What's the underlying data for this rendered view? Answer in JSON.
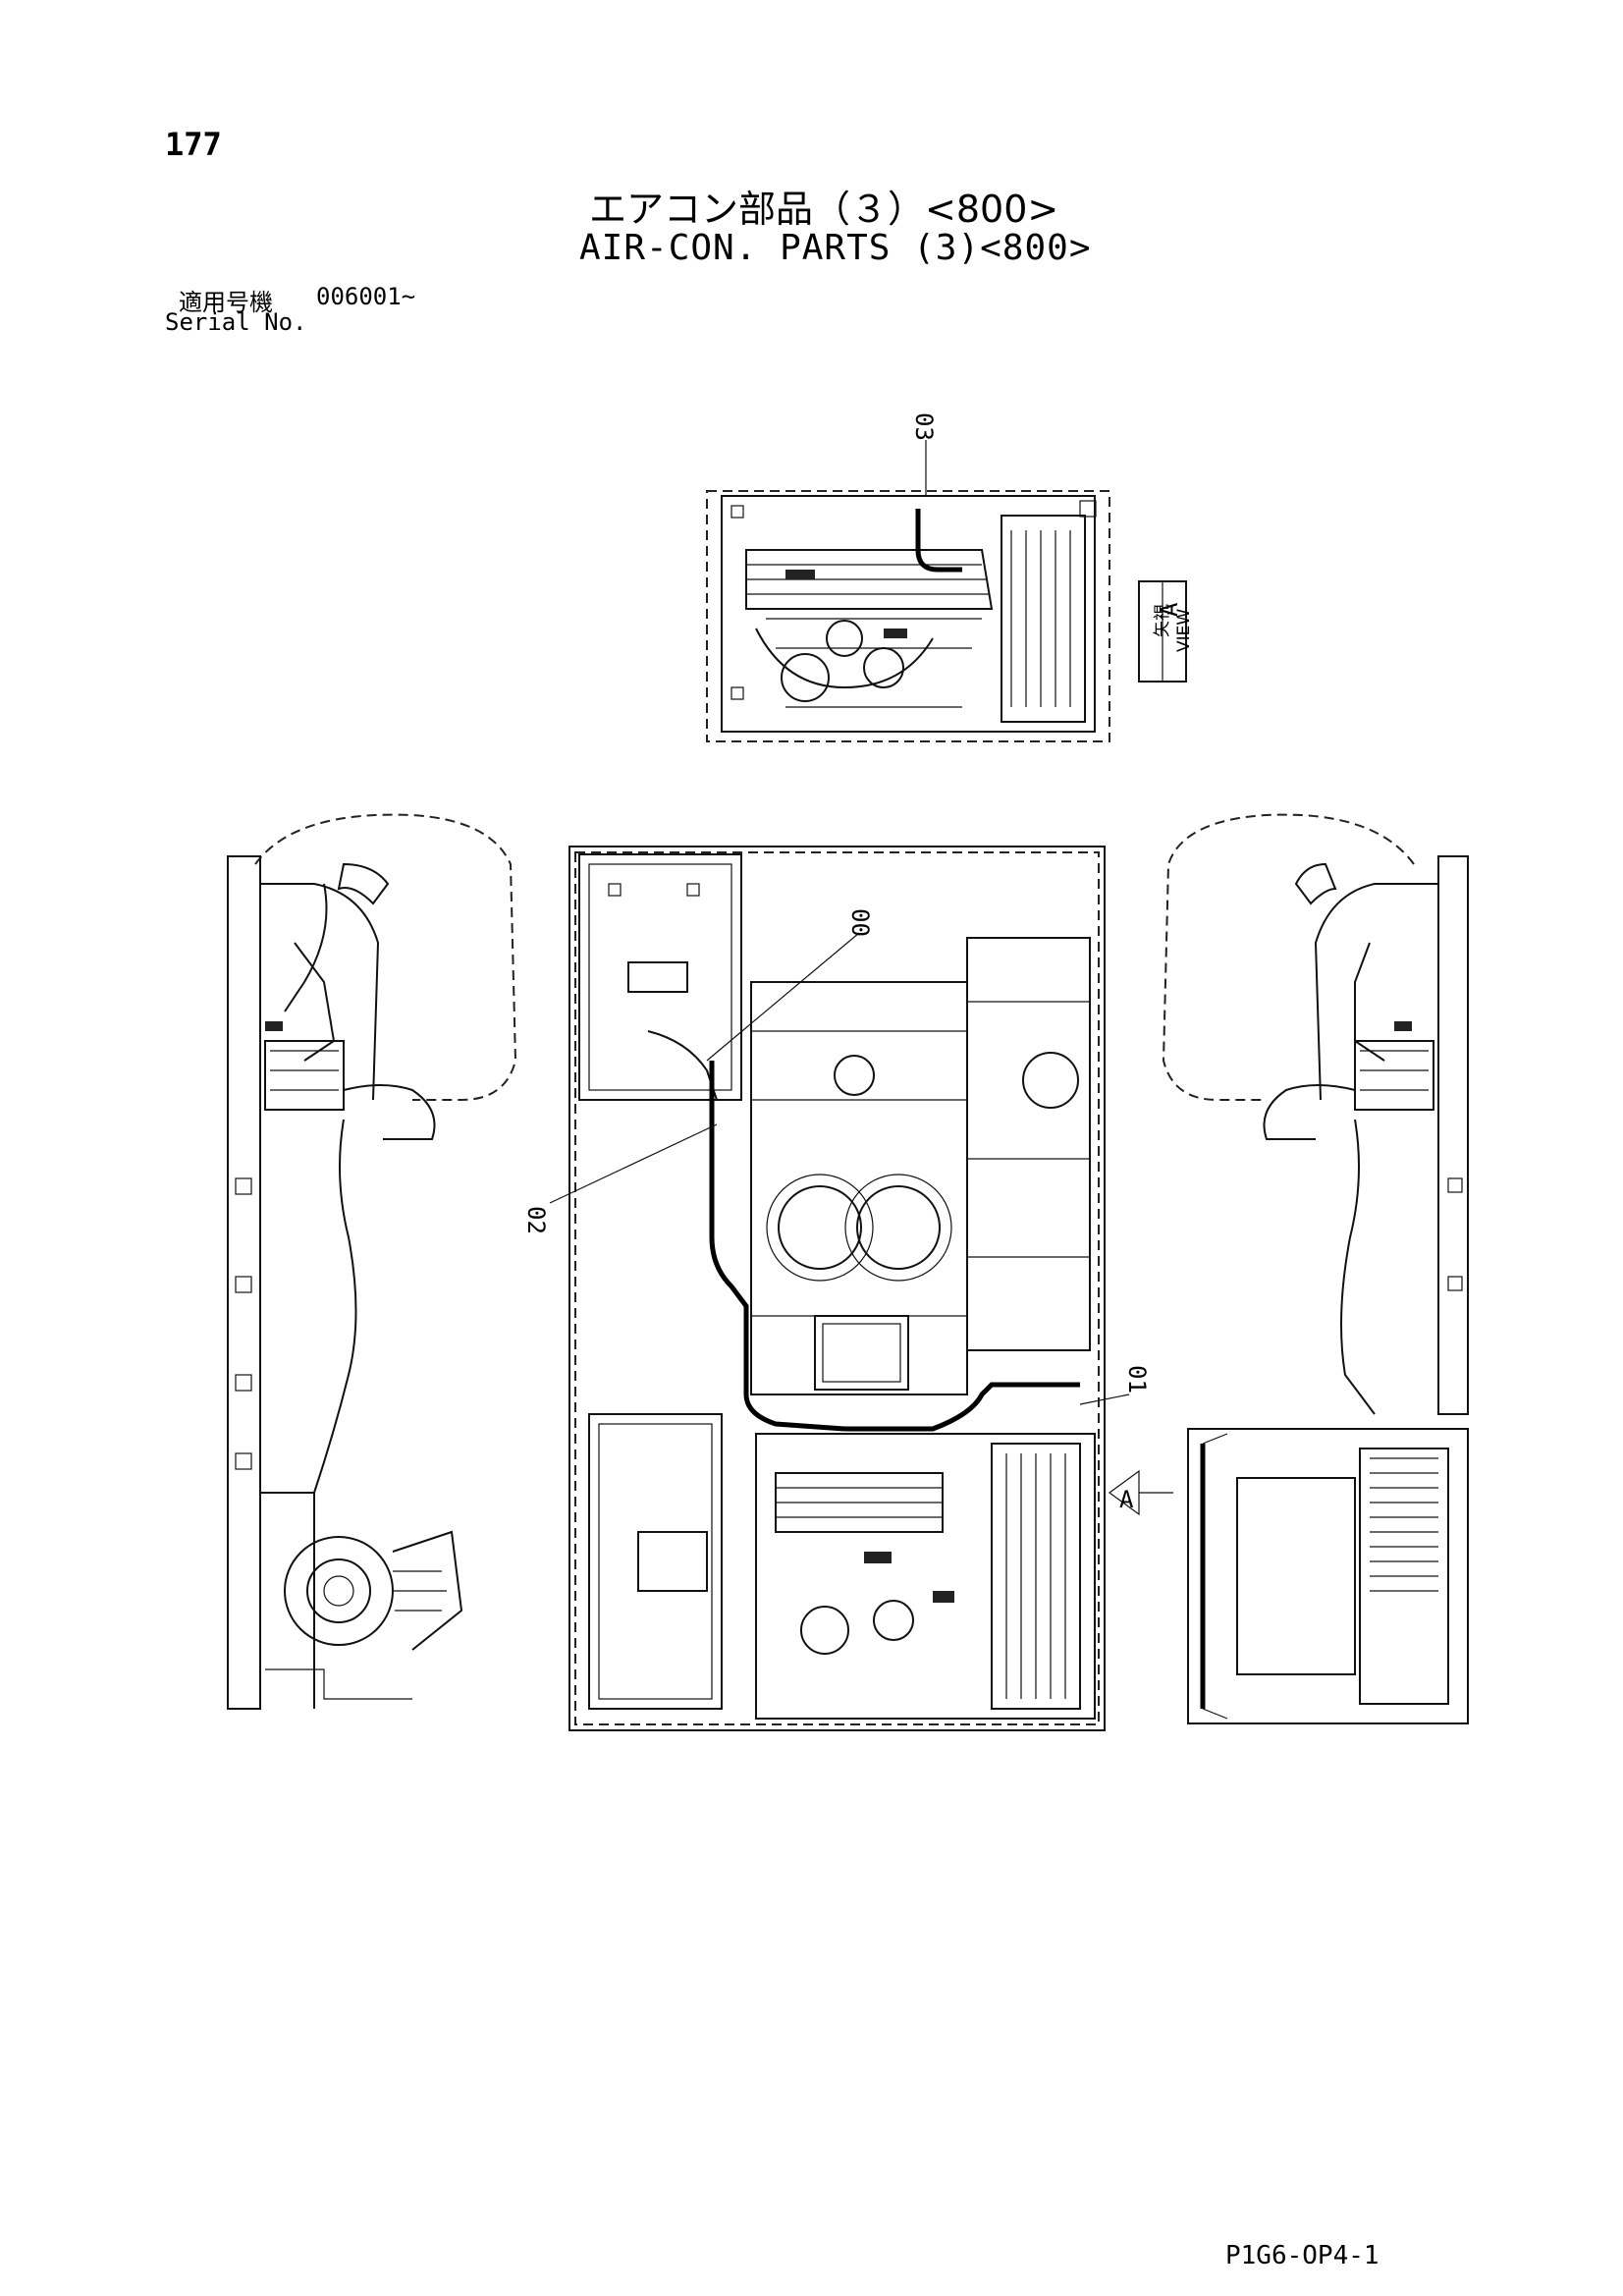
{
  "header": {
    "page_number": "177",
    "title_jp": "エアコン部品（３）<800>",
    "title_en": "AIR-CON. PARTS (3)<800>"
  },
  "serial": {
    "label_jp": "適用号機",
    "value": "006001~",
    "label_en": "Serial No."
  },
  "callouts": {
    "part_00": "00",
    "part_01": "01",
    "part_02": "02",
    "part_03": "03"
  },
  "view_marker": {
    "jp": "矢視",
    "en": "VIEW",
    "letter": "A",
    "arrow_letter": "A"
  },
  "footer": {
    "doc_code": "P1G6-OP4-1"
  }
}
